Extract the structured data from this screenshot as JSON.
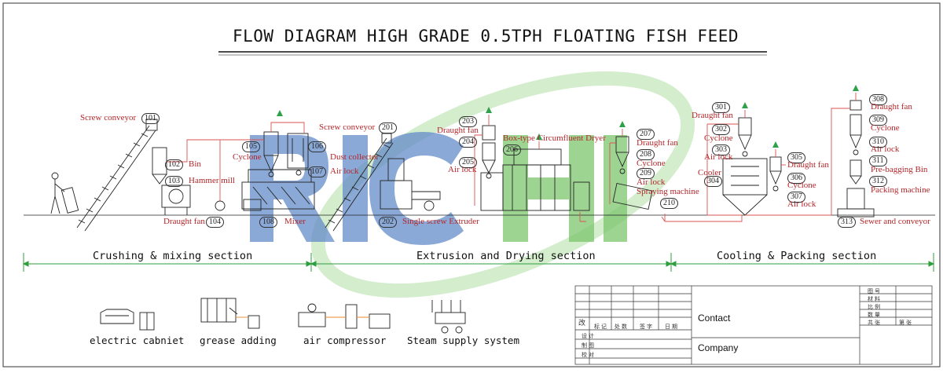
{
  "title": "FLOW DIAGRAM HIGH GRADE 0.5TPH FLOATING FISH FEED",
  "watermark": "RICHI",
  "colors": {
    "label": "#b3262a",
    "line": "#222222",
    "pipe": "#d9534f",
    "section": "#2e9e3e",
    "watermark_blue": "#3f6fb5",
    "watermark_green": "#4cae3c"
  },
  "equipment": [
    {
      "num": "101",
      "label": "Screw conveyor"
    },
    {
      "num": "102",
      "label": "Bin"
    },
    {
      "num": "103",
      "label": "Hammer mill"
    },
    {
      "num": "104",
      "label": "Draught fan"
    },
    {
      "num": "105",
      "label": "Cyclone"
    },
    {
      "num": "106",
      "label": "Dust collector"
    },
    {
      "num": "107",
      "label": "Air lock"
    },
    {
      "num": "108",
      "label": "Mixer"
    },
    {
      "num": "201",
      "label": "Screw conveyor"
    },
    {
      "num": "202",
      "label": "Single screw Extruder"
    },
    {
      "num": "203",
      "label": "Draught fan"
    },
    {
      "num": "204",
      "label": ""
    },
    {
      "num": "205",
      "label": "Air lock"
    },
    {
      "num": "206",
      "label": "Box-type Circumfluent Dryer"
    },
    {
      "num": "207",
      "label": "Draught fan"
    },
    {
      "num": "208",
      "label": "Cyclone"
    },
    {
      "num": "209",
      "label": "Air lock"
    },
    {
      "num": "210",
      "label": "Spraying machine"
    },
    {
      "num": "301",
      "label": "Draught fan"
    },
    {
      "num": "302",
      "label": "Cyclone"
    },
    {
      "num": "303",
      "label": "Air lock"
    },
    {
      "num": "304",
      "label": "Cooler"
    },
    {
      "num": "305",
      "label": "Draught fan"
    },
    {
      "num": "306",
      "label": "Cyclone"
    },
    {
      "num": "307",
      "label": "Air lock"
    },
    {
      "num": "308",
      "label": "Draught fan"
    },
    {
      "num": "309",
      "label": "Cyclone"
    },
    {
      "num": "310",
      "label": "Air lock"
    },
    {
      "num": "311",
      "label": "Pre-bagging Bin"
    },
    {
      "num": "312",
      "label": "Packing machine"
    },
    {
      "num": "313",
      "label": "Sewer and conveyor"
    }
  ],
  "sections": [
    "Crushing & mixing section",
    "Extrusion and Drying section",
    "Cooling & Packing section"
  ],
  "legend": [
    "electric cabniet",
    "grease adding",
    "air compressor",
    "Steam supply system"
  ],
  "title_block": {
    "contact": "Contact",
    "company": "Company",
    "rev_mark": "改",
    "header_cells": [
      "标 记",
      "处 数",
      "签 字",
      "日 期"
    ],
    "row_labels": [
      "设 计",
      "制 图",
      "校 对"
    ],
    "right_labels": [
      "图 号",
      "材 料",
      "比 例",
      "数 量"
    ],
    "page_row": [
      "共 张",
      "第 张"
    ]
  }
}
